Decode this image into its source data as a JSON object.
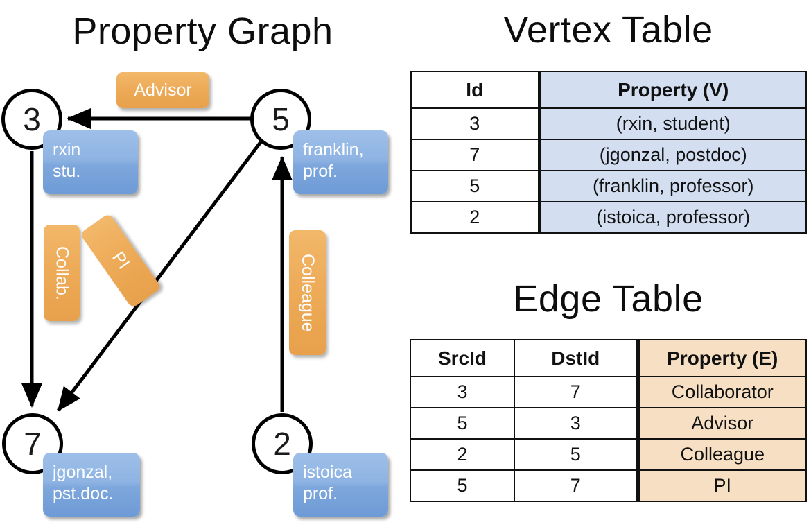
{
  "titles": {
    "property_graph": "Property Graph",
    "vertex_table": "Vertex Table",
    "edge_table": "Edge Table"
  },
  "graph": {
    "nodes": [
      {
        "id": "3",
        "property_label": "rxin\nstu."
      },
      {
        "id": "5",
        "property_label": "franklin,\nprof."
      },
      {
        "id": "7",
        "property_label": "jgonzal,\npst.doc."
      },
      {
        "id": "2",
        "property_label": "istoica\nprof."
      }
    ],
    "node_3_id": "3",
    "node_5_id": "5",
    "node_7_id": "7",
    "node_2_id": "2",
    "prop_rxin_line1": "rxin",
    "prop_rxin_line2": "stu.",
    "prop_franklin_line1": "franklin,",
    "prop_franklin_line2": "prof.",
    "prop_jgonzal_line1": "jgonzal,",
    "prop_jgonzal_line2": "pst.doc.",
    "prop_istoica_line1": "istoica",
    "prop_istoica_line2": "prof.",
    "edge_labels": {
      "advisor": "Advisor",
      "collab": "Collab.",
      "pi": "PI",
      "colleague": "Colleague"
    },
    "edges": [
      {
        "from": "5",
        "to": "3",
        "label": "Advisor"
      },
      {
        "from": "3",
        "to": "7",
        "label": "Collab."
      },
      {
        "from": "5",
        "to": "7",
        "label": "PI"
      },
      {
        "from": "2",
        "to": "5",
        "label": "Colleague"
      }
    ]
  },
  "vertex_table": {
    "headers": [
      "Id",
      "Property (V)"
    ],
    "rows": [
      [
        "3",
        "(rxin, student)"
      ],
      [
        "7",
        "(jgonzal, postdoc)"
      ],
      [
        "5",
        "(franklin, professor)"
      ],
      [
        "2",
        "(istoica, professor)"
      ]
    ]
  },
  "edge_table": {
    "headers": [
      "SrcId",
      "DstId",
      "Property (E)"
    ],
    "rows": [
      [
        "3",
        "7",
        "Collaborator"
      ],
      [
        "5",
        "3",
        "Advisor"
      ],
      [
        "2",
        "5",
        "Colleague"
      ],
      [
        "5",
        "7",
        "PI"
      ]
    ]
  },
  "colors": {
    "vertex_property_fill": "#d3dff1",
    "edge_property_fill": "#f7dfc3",
    "node_box_blue": "#8fb4e3",
    "edge_label_orange": "#edaa57",
    "stroke": "#111111"
  }
}
